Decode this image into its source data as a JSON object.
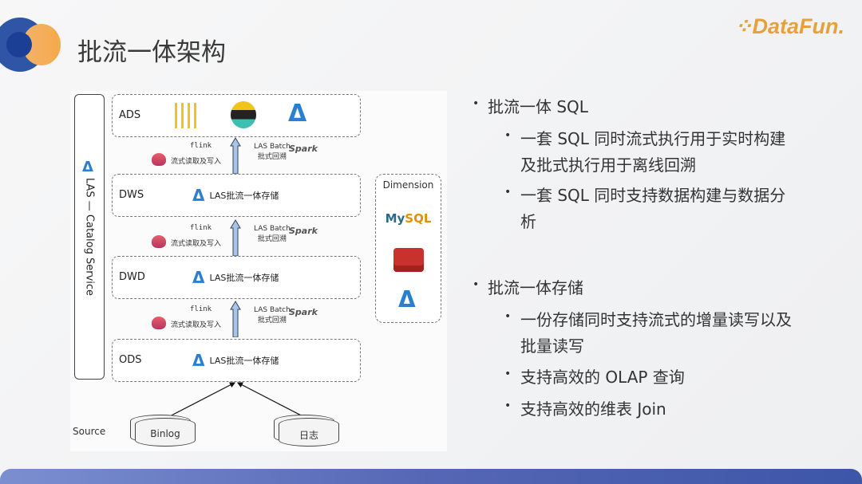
{
  "title": "批流一体架构",
  "brand": {
    "logo": "DataFun."
  },
  "diagram": {
    "catalog": "LAS — Catalog Service",
    "layers": [
      {
        "name": "ADS",
        "icons": [
          "kafka-icon",
          "elasticsearch-icon",
          "las-icon"
        ]
      },
      {
        "name": "DWS",
        "storage": "LAS批流一体存储"
      },
      {
        "name": "DWD",
        "storage": "LAS批流一体存储"
      },
      {
        "name": "ODS",
        "storage": "LAS批流一体存储"
      }
    ],
    "stream_label": "flink",
    "stream_text": "流式读取及写入",
    "batch_label": "LAS Batch",
    "batch_text": "批式回溯",
    "spark": "Spark",
    "dimension": {
      "title": "Dimension",
      "mysql_a": "My",
      "mysql_b": "SQL"
    },
    "source": {
      "label": "Source",
      "items": [
        "Binlog",
        "日志"
      ]
    }
  },
  "bullets": [
    {
      "text": "批流一体 SQL",
      "children": [
        "一套 SQL 同时流式执行用于实时构建",
        "及批式执行用于离线回溯",
        "一套 SQL 同时支持数据构建与数据分",
        "析"
      ]
    },
    {
      "text": "批流一体存储",
      "children": [
        "一份存储同时支持流式的增量读写以及",
        "批量读写",
        "支持高效的 OLAP 查询",
        "支持高效的维表 Join"
      ]
    }
  ],
  "colors": {
    "accent": "#3d56a8",
    "orange": "#f0a24a"
  }
}
